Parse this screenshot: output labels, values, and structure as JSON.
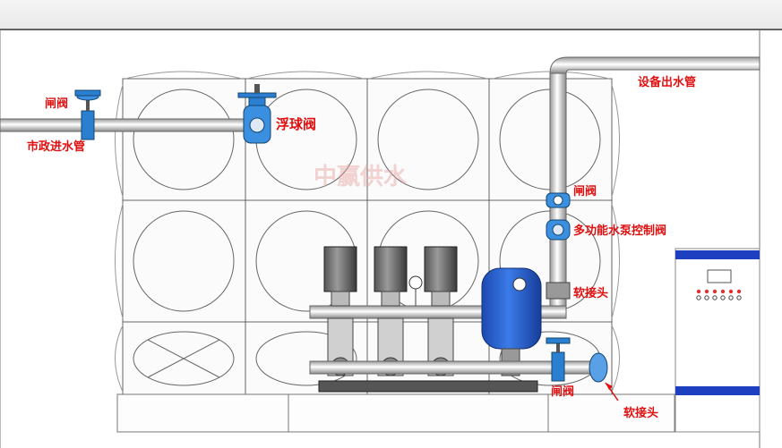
{
  "labels": {
    "gate_valve_inlet": "闸阀",
    "municipal_inlet_pipe": "市政进水管",
    "float_valve": "浮球阀",
    "outlet_pipe": "设备出水管",
    "gate_valve_outlet": "闸阀",
    "multi_function_valve": "多功能水泵控制阀",
    "soft_joint_upper": "软接头",
    "gate_valve_bottom": "闸阀",
    "soft_joint_lower": "软接头"
  },
  "watermark": "中赢供水",
  "colors": {
    "label_red": "#e01010",
    "valve_blue": "#2a7fd0",
    "tank_blue": "#1c57c9",
    "cabinet_blue": "#1e3fbf"
  }
}
